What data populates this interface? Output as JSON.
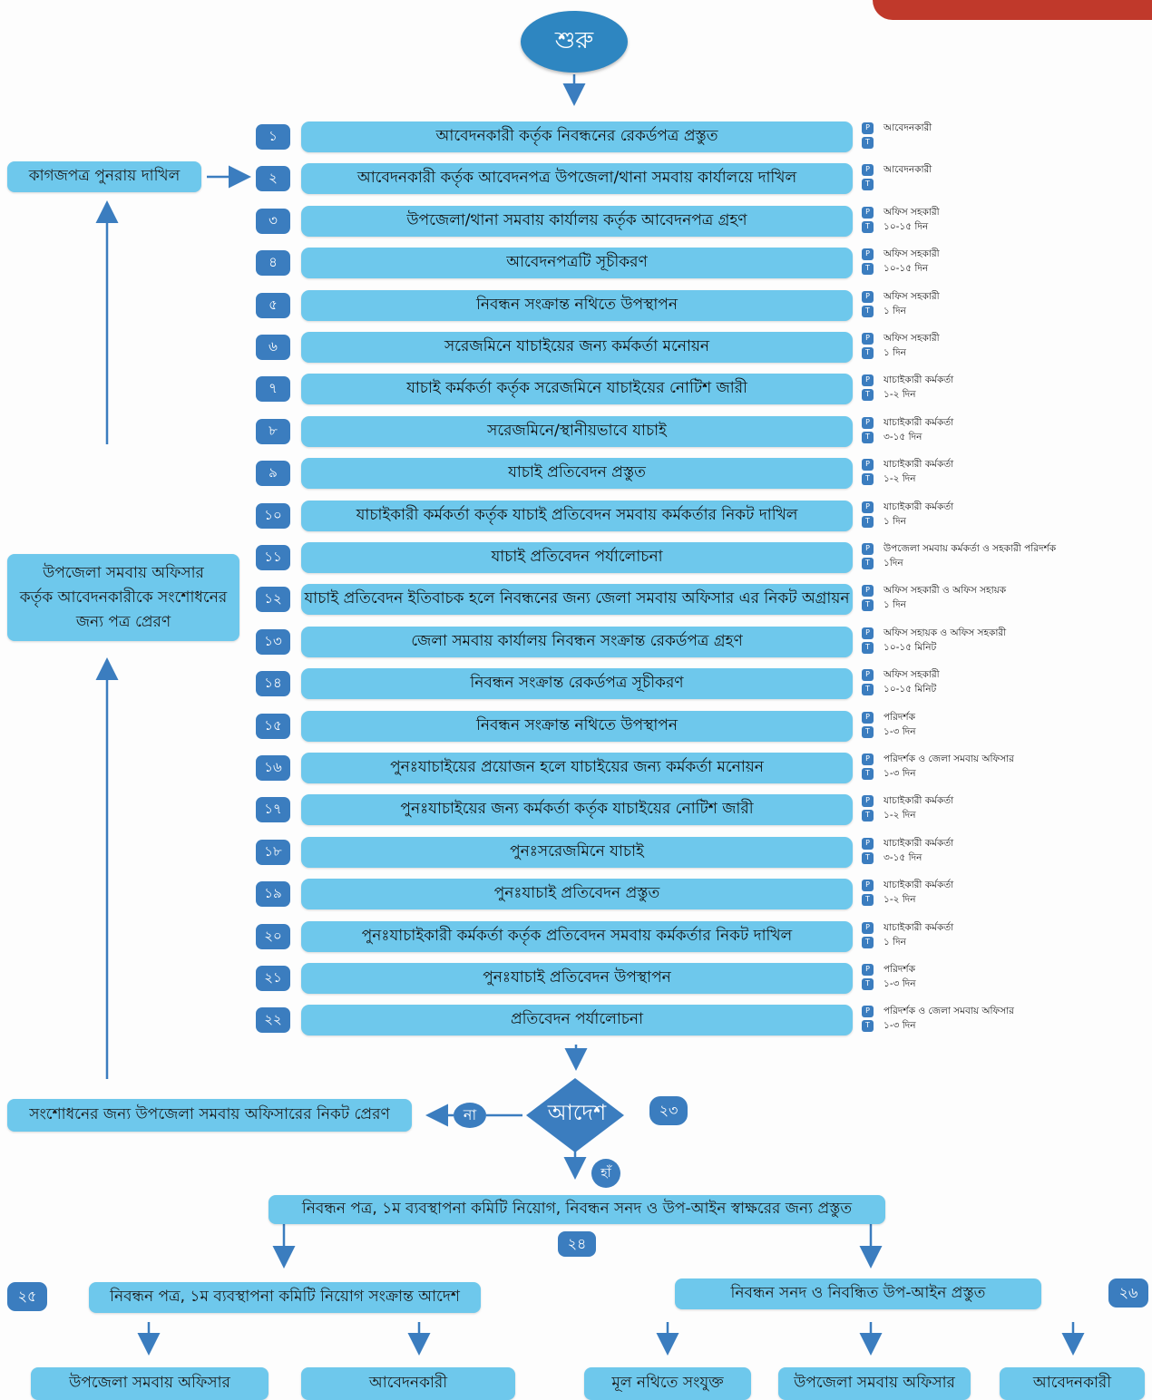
{
  "start_label": "শুরু",
  "steps": [
    {
      "num": "১",
      "text": "আবেদনকারী কর্তৃক নিবন্ধনের রেকর্ডপত্র প্রস্তুত",
      "person": "আবেদনকারী",
      "time": ""
    },
    {
      "num": "২",
      "text": "আবেদনকারী কর্তৃক আবেদনপত্র উপজেলা/থানা সমবায় কার্যালয়ে দাখিল",
      "person": "আবেদনকারী",
      "time": ""
    },
    {
      "num": "৩",
      "text": "উপজেলা/থানা সমবায় কার্যালয় কর্তৃক আবেদনপত্র গ্রহণ",
      "person": "অফিস সহকারী",
      "time": "১০-১৫ দিন"
    },
    {
      "num": "৪",
      "text": "আবেদনপত্রটি সূচীকরণ",
      "person": "অফিস সহকারী",
      "time": "১০-১৫ দিন"
    },
    {
      "num": "৫",
      "text": "নিবন্ধন সংক্রান্ত নথিতে উপস্থাপন",
      "person": "অফিস সহকারী",
      "time": "১ দিন"
    },
    {
      "num": "৬",
      "text": "সরেজমিনে যাচাইয়ের জন্য কর্মকর্তা মনোয়ন",
      "person": "অফিস সহকারী",
      "time": "১ দিন"
    },
    {
      "num": "৭",
      "text": "যাচাই কর্মকর্তা কর্তৃক সরেজমিনে যাচাইয়ের নোটিশ জারী",
      "person": "যাচাইকারী কর্মকর্তা",
      "time": "১-২ দিন"
    },
    {
      "num": "৮",
      "text": "সরেজমিনে/স্থানীয়ভাবে যাচাই",
      "person": "যাচাইকারী কর্মকর্তা",
      "time": "৩-১৫ দিন"
    },
    {
      "num": "৯",
      "text": "যাচাই প্রতিবেদন প্রস্তুত",
      "person": "যাচাইকারী কর্মকর্তা",
      "time": "১-২ দিন"
    },
    {
      "num": "১০",
      "text": "যাচাইকারী কর্মকর্তা কর্তৃক যাচাই প্রতিবেদন সমবায় কর্মকর্তার নিকট দাখিল",
      "person": "যাচাইকারী কর্মকর্তা",
      "time": "১ দিন"
    },
    {
      "num": "১১",
      "text": "যাচাই প্রতিবেদন পর্যালোচনা",
      "person": "উপজেলা সমবায় কর্মকর্তা ও সহকারী পরিদর্শক",
      "time": "১দিন"
    },
    {
      "num": "১২",
      "text": "যাচাই প্রতিবেদন ইতিবাচক হলে নিবন্ধনের জন্য জেলা সমবায় অফিসার এর নিকট অগ্রায়ন",
      "person": "অফিস সহকারী ও অফিস সহায়ক",
      "time": "১ দিন"
    },
    {
      "num": "১৩",
      "text": "জেলা সমবায় কার্যালয় নিবন্ধন সংক্রান্ত রেকর্ডপত্র গ্রহণ",
      "person": "অফিস সহায়ক ও অফিস সহকারী",
      "time": "১০-১৫ মিনিট"
    },
    {
      "num": "১৪",
      "text": "নিবন্ধন সংক্রান্ত রেকর্ডপত্র সূচীকরণ",
      "person": "অফিস সহকারী",
      "time": "১০-১৫ মিনিট"
    },
    {
      "num": "১৫",
      "text": "নিবন্ধন সংক্রান্ত নথিতে উপস্থাপন",
      "person": "পরিদর্শক",
      "time": "১-৩ দিন"
    },
    {
      "num": "১৬",
      "text": "পুনঃযাচাইয়ের প্রয়োজন হলে যাচাইয়ের জন্য কর্মকর্তা মনোয়ন",
      "person": "পরিদর্শক ও জেলা সমবায় অফিসার",
      "time": "১-৩ দিন"
    },
    {
      "num": "১৭",
      "text": "পুনঃযাচাইয়ের জন্য কর্মকর্তা কর্তৃক যাচাইয়ের নোটিশ জারী",
      "person": "যাচাইকারী কর্মকর্তা",
      "time": "১-২ দিন"
    },
    {
      "num": "১৮",
      "text": "পুনঃসরেজমিনে যাচাই",
      "person": "যাচাইকারী কর্মকর্তা",
      "time": "৩-১৫ দিন"
    },
    {
      "num": "১৯",
      "text": "পুনঃযাচাই প্রতিবেদন প্রস্তুত",
      "person": "যাচাইকারী কর্মকর্তা",
      "time": "১-২ দিন"
    },
    {
      "num": "২০",
      "text": "পুনঃযাচাইকারী কর্মকর্তা কর্তৃক প্রতিবেদন সমবায় কর্মকর্তার নিকট দাখিল",
      "person": "যাচাইকারী কর্মকর্তা",
      "time": "১ দিন"
    },
    {
      "num": "২১",
      "text": "পুনঃযাচাই প্রতিবেদন উপস্থাপন",
      "person": "পরিদর্শক",
      "time": "১-৩ দিন"
    },
    {
      "num": "২২",
      "text": "প্রতিবেদন পর্যালোচনা",
      "person": "পরিদর্শক ও জেলা সমবায় অফিসার",
      "time": "১-৩ দিন"
    }
  ],
  "badge_p": "P",
  "badge_t": "T",
  "side": {
    "resubmit": "কাগজপত্র পুনরায় দাখিল",
    "upazila_letter_line1": "উপজেলা সমবায় অফিসার",
    "upazila_letter_line2": "কর্তৃক আবেদনকারীকে সংশোধনের",
    "upazila_letter_line3": "জন্য পত্র প্রেরণ"
  },
  "decision": {
    "label": "আদেশ",
    "num": "২৩",
    "no_label": "না",
    "yes_label": "হাঁ",
    "reject_text": "সংশোধনের জন্য উপজেলা সমবায় অফিসারের নিকট প্রেরণ"
  },
  "final": {
    "prep_text": "নিবন্ধন পত্র, ১ম ব্যবস্থাপনা কমিটি নিয়োগ, নিবন্ধন সনদ ও উপ-আইন স্বাক্ষরের জন্য প্রস্তুত",
    "prep_num": "২৪",
    "left_num": "২৫",
    "left_text": "নিবন্ধন পত্র, ১ম ব্যবস্থাপনা কমিটি নিয়োগ সংক্রান্ত আদেশ",
    "right_num": "২৬",
    "right_text": "নিবন্ধন সনদ ও নিবন্ধিত উপ-আইন প্রস্তুত",
    "out1": "উপজেলা সমবায় অফিসার",
    "out2": "আবেদনকারী",
    "out3": "মূল নথিতে সংযুক্ত",
    "out4": "উপজেলা সমবায় অফিসার",
    "out5": "আবেদনকারী"
  }
}
